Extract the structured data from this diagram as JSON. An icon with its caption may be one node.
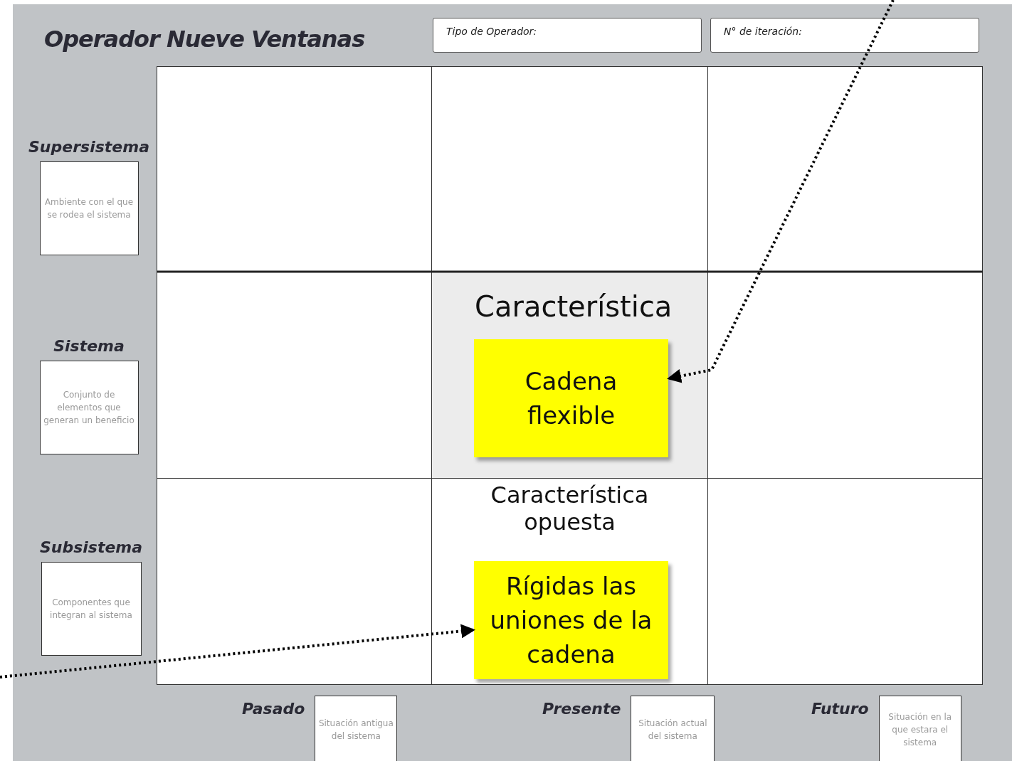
{
  "diagram": {
    "title": "Operador Nueve Ventanas",
    "nodes": [
      {
        "text": [
          "Tipo de Operador:"
        ]
      },
      {
        "text": [
          "N° de iteración:"
        ]
      },
      {
        "text": [
          "Supersistema",
          "Ambiente con el que se rodea el sistema"
        ]
      },
      {
        "text": [],
        "shape": "box"
      },
      {
        "text": [],
        "shape": "box"
      },
      {
        "text": [],
        "shape": "box"
      },
      {
        "text": [
          "Sistema",
          "Conjunto de elementos que generan un beneficio"
        ]
      },
      {
        "text": [],
        "shape": "box"
      },
      {
        "text": [
          "Característica"
        ]
      },
      {
        "text": [
          "Cadena flexible"
        ],
        "in": 8
      },
      {
        "text": [],
        "shape": "box"
      },
      {
        "text": [
          "Subsistema",
          "Componentes que integran al sistema"
        ]
      },
      {
        "text": [],
        "shape": "box"
      },
      {
        "text": [
          "Característica opuesta"
        ]
      },
      {
        "text": [
          "Rígidas las uniones de la cadena"
        ],
        "in": 13
      },
      {
        "text": [],
        "shape": "box"
      },
      {
        "text": [
          "Pasado",
          "Situación antigua del sistema"
        ]
      },
      {
        "text": [
          "Presente",
          "Situación actual del sistema"
        ]
      },
      {
        "text": [
          "Futuro",
          "Situación en la que estara el sistema"
        ]
      }
    ],
    "edges": [
      {
        "from": null,
        "to": 9,
        "arrow": "to",
        "style": "dashed"
      },
      {
        "from": null,
        "to": 14,
        "arrow": "to",
        "style": "dashed"
      }
    ]
  }
}
